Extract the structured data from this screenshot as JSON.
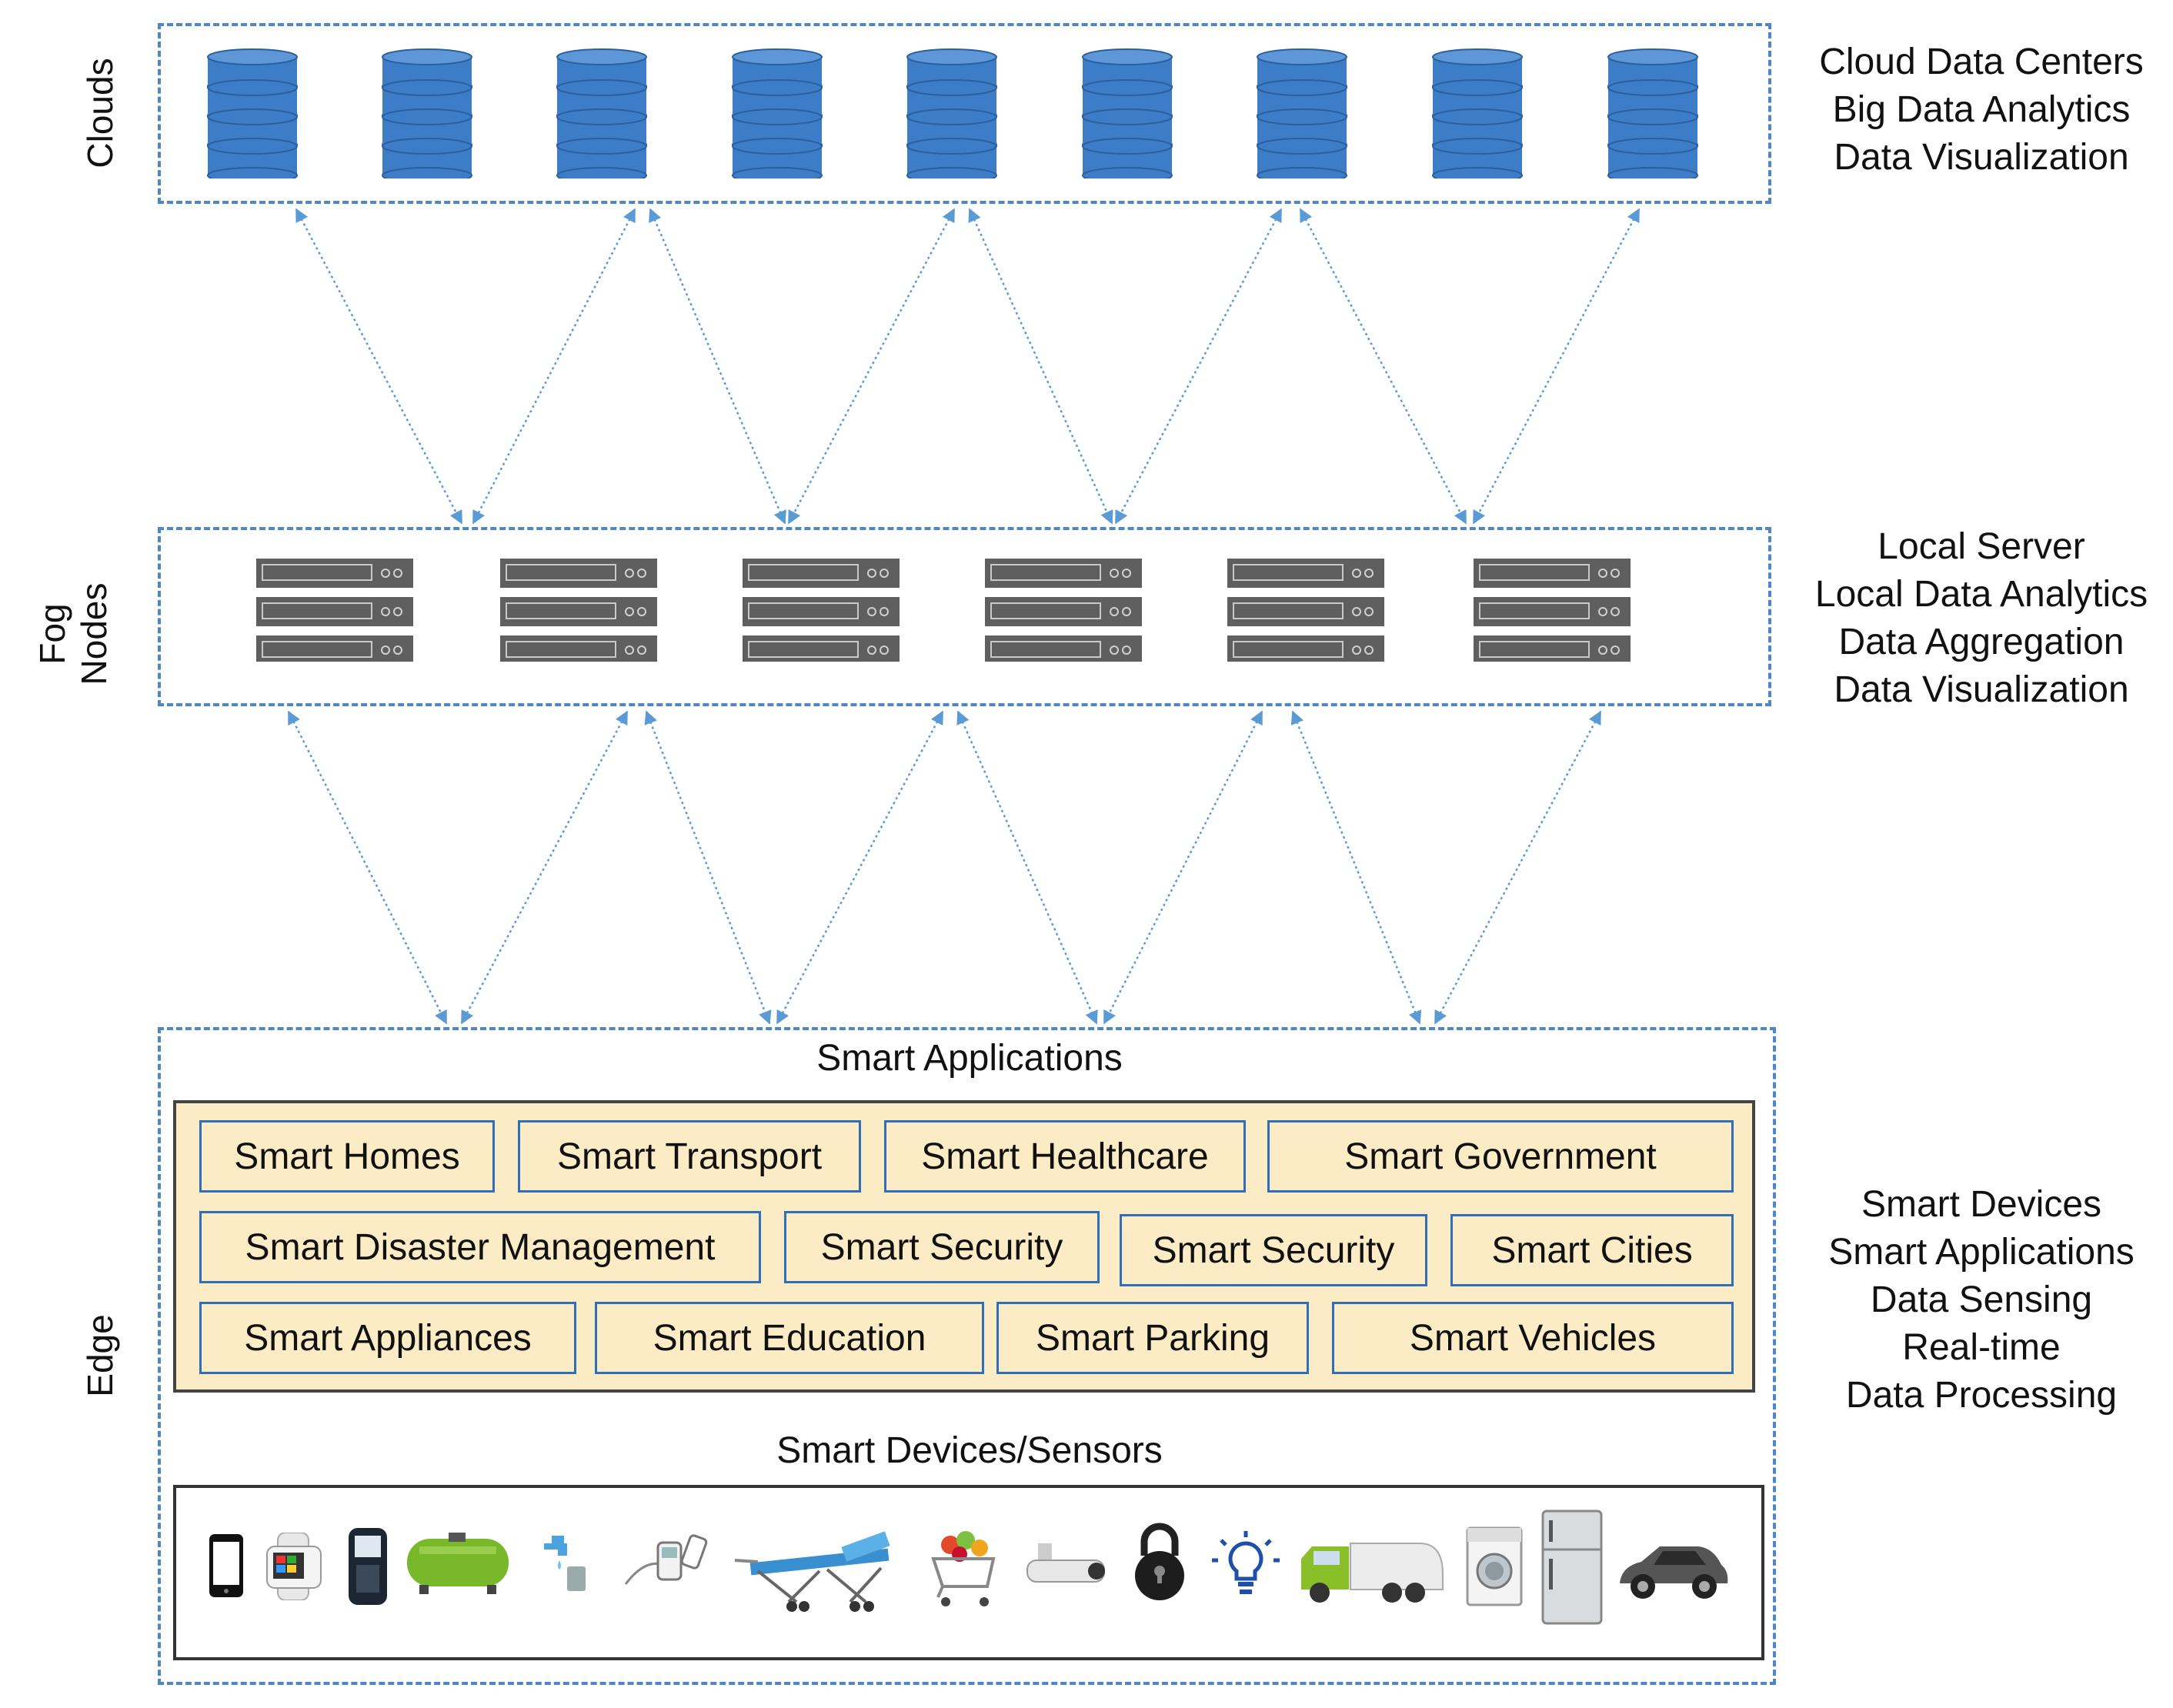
{
  "layers": {
    "clouds": {
      "label": "Clouds",
      "description": [
        "Cloud Data Centers",
        "Big Data Analytics",
        "Data Visualization"
      ]
    },
    "fog": {
      "label_line1": "Fog",
      "label_line2": "Nodes",
      "description": [
        "Local Server",
        "Local Data Analytics",
        "Data Aggregation",
        "Data Visualization"
      ]
    },
    "edge": {
      "label": "Edge",
      "description": [
        "Smart Devices",
        "Smart Applications",
        "Data Sensing",
        "Real-time",
        "Data Processing"
      ]
    }
  },
  "smart_applications": {
    "title": "Smart Applications",
    "rows": [
      [
        "Smart Homes",
        "Smart Transport",
        "Smart Healthcare",
        "Smart Government"
      ],
      [
        "Smart Disaster Management",
        "Smart Security",
        "Smart Security",
        "Smart Cities"
      ],
      [
        "Smart Appliances",
        "Smart Education",
        "Smart Parking",
        "Smart Vehicles"
      ]
    ]
  },
  "smart_devices": {
    "title": "Smart Devices/Sensors",
    "icons": [
      "smartphone-icon",
      "smartwatch-icon",
      "handheld-meter-icon",
      "gas-tank-icon",
      "water-tap-icon",
      "glucose-meter-icon",
      "stretcher-icon",
      "shopping-cart-icon",
      "security-camera-icon",
      "padlock-icon",
      "light-bulb-icon",
      "truck-icon",
      "washing-machine-icon",
      "refrigerator-icon",
      "car-icon"
    ]
  },
  "colors": {
    "dashed_border": "#4f87c6",
    "database_fill": "#3d7dc7",
    "server_fill": "#5f5f5f",
    "app_panel_fill": "#fcecc5",
    "app_box_border": "#2f6fb7",
    "link_color": "#5b9bd5"
  }
}
